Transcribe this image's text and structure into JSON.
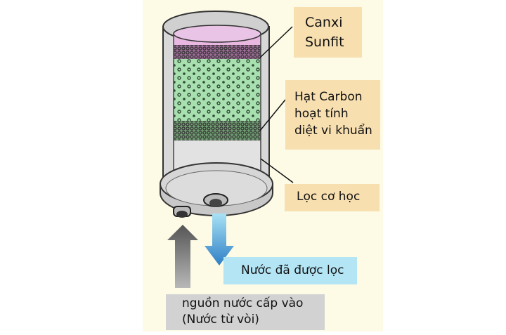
{
  "labels": {
    "canxi": [
      "Canxi",
      "Sunfit"
    ],
    "carbon": [
      "Hạt Carbon",
      "hoạt tính",
      "diệt vi khuẩn"
    ],
    "mechanical": "Lọc cơ học",
    "filtered_water": "Nước đã được lọc",
    "source_water": [
      "nguồn nước cấp vào",
      "(Nước từ vòi)"
    ]
  },
  "colors": {
    "label_bg": "#f7dfb0",
    "filtered_bg": "#b3e5f5",
    "source_bg": "#d2d2d2",
    "calcium_layer": "#e8b8e0",
    "carbon_layer": "#a8e0b0"
  }
}
